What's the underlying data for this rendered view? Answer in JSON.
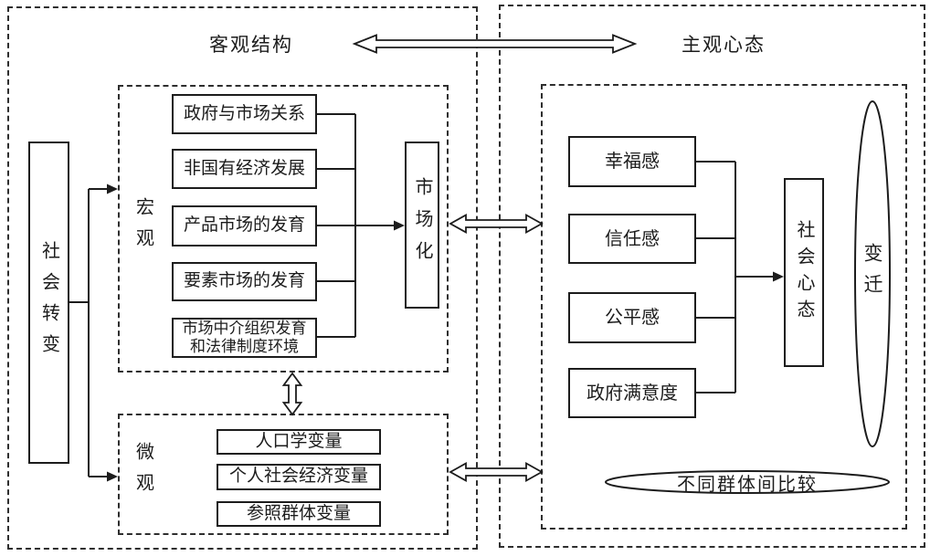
{
  "canvas": {
    "background": "#ffffff",
    "line_color": "#1c1c1c"
  },
  "left_panel": {
    "title": "客观结构",
    "source_box": "社会转变",
    "macro": {
      "label": "宏观",
      "items": [
        "政府与市场关系",
        "非国有经济发展",
        "产品市场的发育",
        "要素市场的发育",
        "市场中介组织发育\n和法律制度环境"
      ],
      "output_box": "市场化"
    },
    "micro": {
      "label": "微观",
      "items": [
        "人口学变量",
        "个人社会经济变量",
        "参照群体变量"
      ]
    }
  },
  "right_panel": {
    "title": "主观心态",
    "items": [
      "幸福感",
      "信任感",
      "公平感",
      "政府满意度"
    ],
    "output_box": "社会心态",
    "change_ellipse_label": "变迁",
    "comparison_ellipse_label": "不同群体间比较"
  }
}
